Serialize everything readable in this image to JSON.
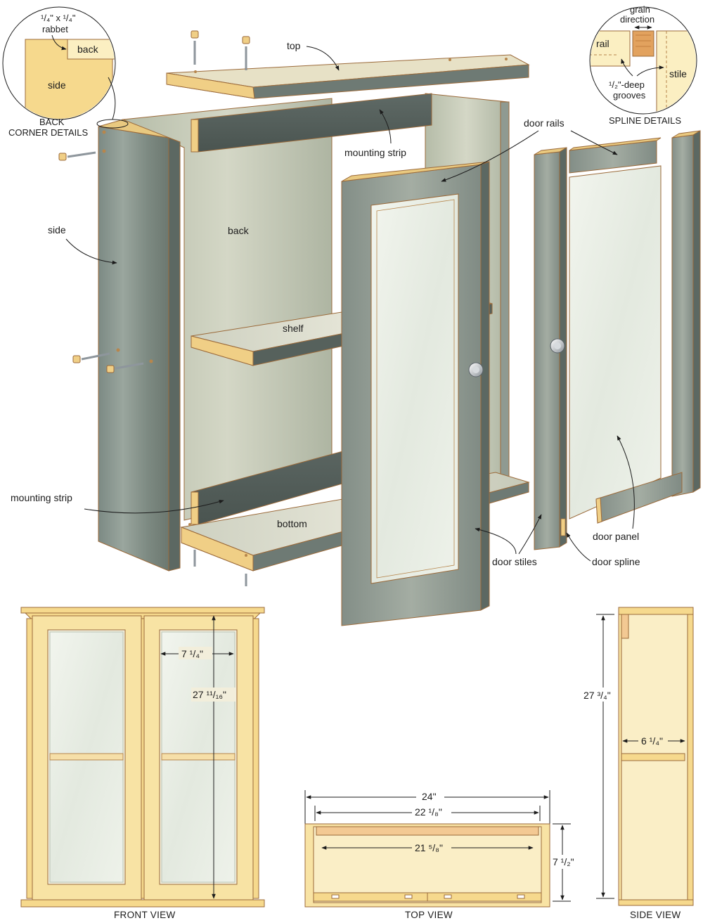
{
  "exploded_view": {
    "labels": {
      "top": "top",
      "mounting_strip_upper": "mounting strip",
      "side": "side",
      "back": "back",
      "shelf": "shelf",
      "mounting_strip_lower": "mounting strip",
      "bottom": "bottom",
      "door_rails": "door rails",
      "door_stiles": "door stiles",
      "door_panel": "door panel",
      "door_spline": "door spline"
    }
  },
  "back_corner_detail": {
    "rabbet_line1": "¹/₄\" x ¹/₄\"",
    "rabbet_line2": "rabbet",
    "back": "back",
    "side": "side",
    "caption_line1": "BACK",
    "caption_line2": "CORNER DETAILS"
  },
  "spline_detail": {
    "grain_line1": "grain",
    "grain_line2": "direction",
    "rail": "rail",
    "stile": "stile",
    "grooves_line1": "¹/₂\"-deep",
    "grooves_line2": "grooves",
    "caption": "SPLINE DETAILS"
  },
  "front_view": {
    "caption": "FRONT VIEW",
    "dim_width": "7 ¹/₄\"",
    "dim_height": "27 ¹¹/₁₆\""
  },
  "top_view": {
    "caption": "TOP VIEW",
    "dim_overall": "24\"",
    "dim_case": "22 ¹/₈\"",
    "dim_inner": "21 ⁵/₈\"",
    "dim_depth": "7 ¹/₂\""
  },
  "side_view": {
    "caption": "SIDE VIEW",
    "dim_height": "27 ³/₄\"",
    "dim_shelf": "6 ¹/₄\""
  }
}
